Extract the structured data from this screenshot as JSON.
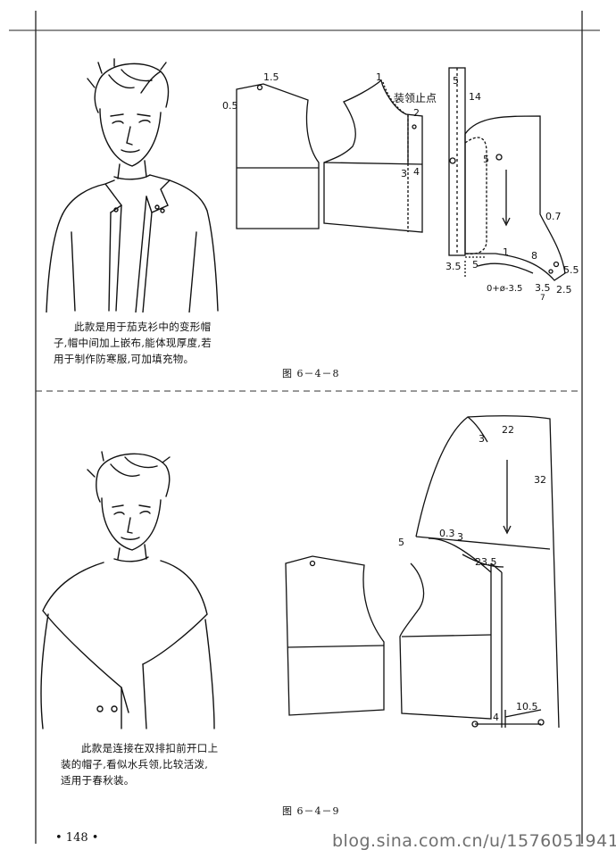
{
  "page": {
    "number": "• 148 •",
    "watermark": "blog.sina.com.cn/u/1576051941"
  },
  "section_top": {
    "caption_lines": [
      "此款是用于茄克衫中的变形帽",
      "子,帽中间加上嵌布,能体现厚度,若",
      "用于制作防寒服,可加填充物。"
    ],
    "figure_label": "图 6－4－8",
    "annotations": {
      "a1": "1.5",
      "a2": "0.5",
      "a3": "1",
      "a4": "装领止点",
      "a5": "2",
      "a6": "3",
      "a7": "4",
      "a8": "5",
      "a9": "14",
      "a10": "5",
      "a11": "0.7",
      "a12": "1",
      "a13": "8",
      "a14": "3.5",
      "a15": "5",
      "a16": "5.5",
      "a17": "0+ø-3.5",
      "a18": "3.5",
      "a19": "2.5",
      "a20": "7"
    }
  },
  "section_bottom": {
    "caption_lines": [
      "此款是连接在双排扣前开口上",
      "装的帽子,看似水兵领,比较活泼,",
      "适用于春秋装。"
    ],
    "figure_label": "图 6－4－9",
    "annotations": {
      "b1": "22",
      "b2": "3",
      "b3": "32",
      "b4": "0.3",
      "b5": "3",
      "b6": "5",
      "b7": "23.5",
      "b8": "10.5",
      "b9": "4"
    }
  }
}
